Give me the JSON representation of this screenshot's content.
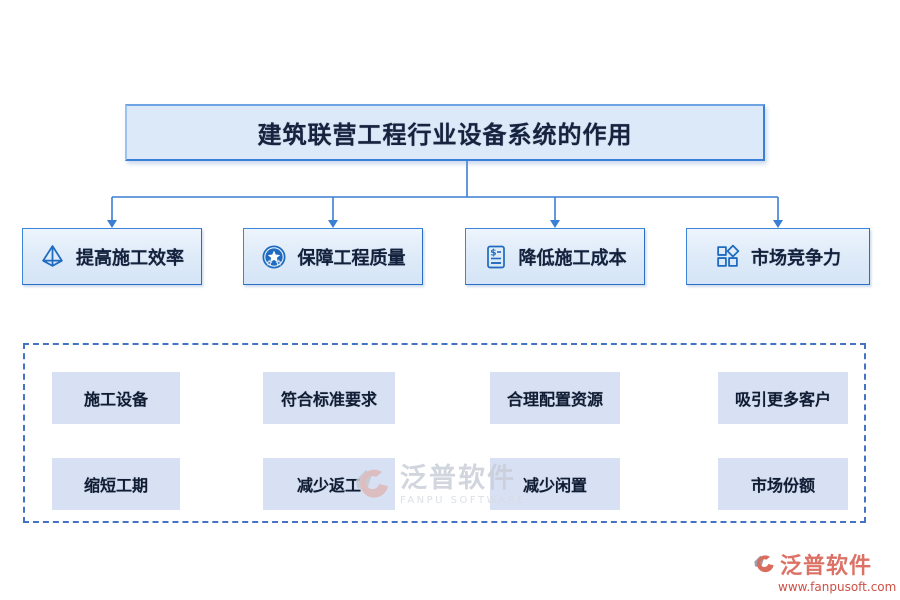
{
  "title": {
    "text": "建筑联营工程行业设备系统的作用"
  },
  "branches": [
    {
      "label": "提高施工效率",
      "icon": "pyramid-icon"
    },
    {
      "label": "保障工程质量",
      "icon": "medal-star-icon"
    },
    {
      "label": "降低施工成本",
      "icon": "invoice-icon"
    },
    {
      "label": "市场竞争力",
      "icon": "category-grid-icon"
    }
  ],
  "details": {
    "rows": [
      [
        "施工设备",
        "符合标准要求",
        "合理配置资源",
        "吸引更多客户"
      ],
      [
        "缩短工期",
        "减少返工",
        "减少闲置",
        "市场份额"
      ]
    ]
  },
  "watermarks": {
    "center": {
      "brand": "泛普软件",
      "sub": "FANPU SOFTWARE"
    },
    "corner": {
      "brand": "泛普软件",
      "sub": "www.fanpusoft.com"
    }
  },
  "colors": {
    "connector": "#3b7fd4",
    "box_border": "#3d85d8",
    "box_fill": "#dce9f8",
    "cell_fill": "#d8e1f3",
    "dashed_border": "#4472c4",
    "icon_blue": "#1e6bbf",
    "text_navy": "#13213c",
    "watermark_gray": "#c9ced8",
    "watermark_red": "#dc7166"
  }
}
